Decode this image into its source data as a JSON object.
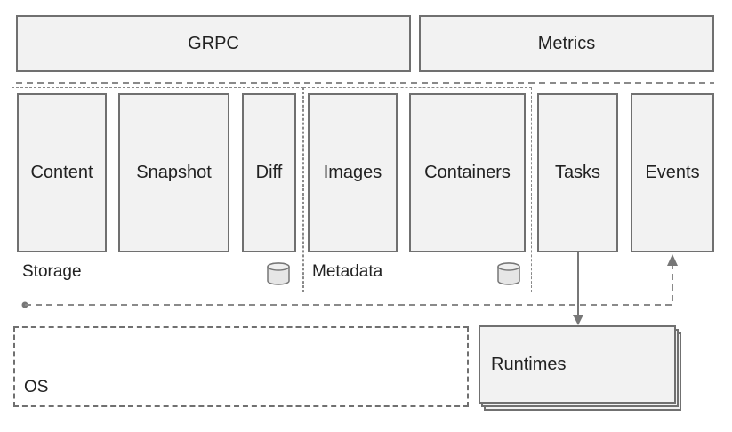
{
  "top": {
    "grpc": "GRPC",
    "metrics": "Metrics"
  },
  "storage": {
    "label": "Storage",
    "items": [
      "Content",
      "Snapshot",
      "Diff"
    ]
  },
  "metadata": {
    "label": "Metadata",
    "items": [
      "Images",
      "Containers"
    ]
  },
  "services": {
    "tasks": "Tasks",
    "events": "Events"
  },
  "bottom": {
    "os": "OS",
    "runtimes": "Runtimes"
  },
  "icons": {
    "storage": "database-icon",
    "metadata": "database-icon"
  }
}
